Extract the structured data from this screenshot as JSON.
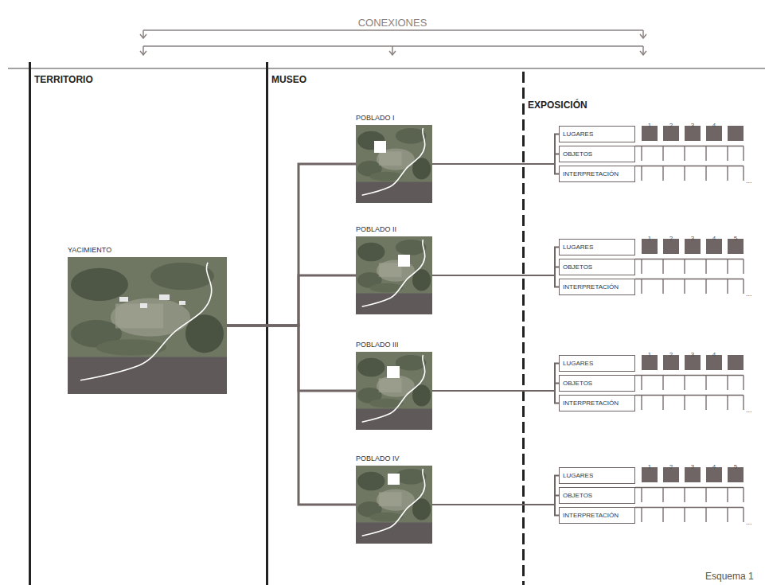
{
  "diagram": {
    "caption": "Esquema 1",
    "nodes": [
      {
        "text": [
          "YACIMIENTO"
        ]
      },
      {
        "text": [
          "POBLADO I"
        ]
      },
      {
        "text": [
          "POBLADO II"
        ]
      },
      {
        "text": [
          "POBLADO III"
        ]
      },
      {
        "text": [
          "POBLADO IV"
        ]
      },
      {
        "text": [
          "LUGARES"
        ]
      },
      {
        "text": [
          "OBJETOS"
        ]
      },
      {
        "text": [
          "INTERPRETACIÓN"
        ]
      },
      {
        "text": [
          "LUGARES"
        ]
      },
      {
        "text": [
          "OBJETOS"
        ]
      },
      {
        "text": [
          "INTERPRETACIÓN"
        ]
      },
      {
        "text": [
          "LUGARES"
        ]
      },
      {
        "text": [
          "OBJETOS"
        ]
      },
      {
        "text": [
          "INTERPRETACIÓN"
        ]
      },
      {
        "text": [
          "LUGARES"
        ]
      },
      {
        "text": [
          "OBJETOS"
        ]
      },
      {
        "text": [
          "INTERPRETACIÓN"
        ]
      }
    ],
    "edges": [
      {
        "from": 0,
        "to": 1,
        "arrow": "none"
      },
      {
        "from": 0,
        "to": 2,
        "arrow": "none"
      },
      {
        "from": 0,
        "to": 3,
        "arrow": "none"
      },
      {
        "from": 0,
        "to": 4,
        "arrow": "none"
      },
      {
        "from": 1,
        "to": 5,
        "arrow": "none"
      },
      {
        "from": 1,
        "to": 6,
        "arrow": "none"
      },
      {
        "from": 1,
        "to": 7,
        "arrow": "none"
      },
      {
        "from": 2,
        "to": 8,
        "arrow": "none"
      },
      {
        "from": 2,
        "to": 9,
        "arrow": "none"
      },
      {
        "from": 2,
        "to": 10,
        "arrow": "none"
      },
      {
        "from": 3,
        "to": 11,
        "arrow": "none"
      },
      {
        "from": 3,
        "to": 12,
        "arrow": "none"
      },
      {
        "from": 3,
        "to": 13,
        "arrow": "none"
      },
      {
        "from": 4,
        "to": 14,
        "arrow": "none"
      },
      {
        "from": 4,
        "to": 15,
        "arrow": "none"
      },
      {
        "from": 4,
        "to": 16,
        "arrow": "none"
      }
    ],
    "labels": [
      "CONEXIONES",
      "TERRITORIO",
      "MUSEO",
      "EXPOSICIÓN",
      "1",
      "2",
      "3",
      "4",
      "...",
      "1",
      "2",
      "3",
      "4",
      "5",
      "...",
      "1",
      "2",
      "3",
      "4",
      "...",
      "1",
      "2",
      "3",
      "4",
      "5",
      "..."
    ]
  }
}
